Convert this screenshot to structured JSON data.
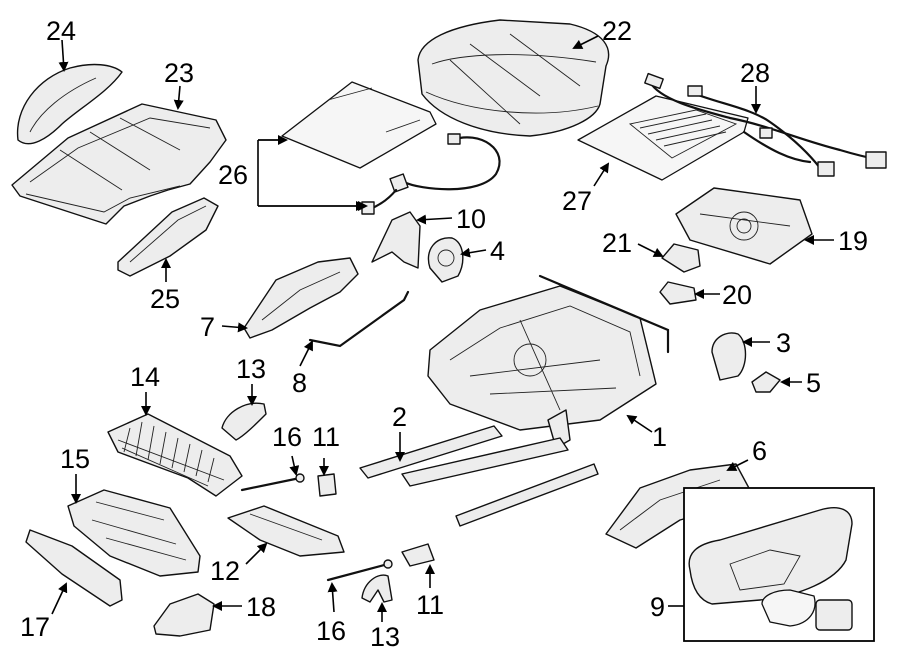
{
  "callouts": {
    "c1": "1",
    "c2": "2",
    "c3": "3",
    "c4": "4",
    "c5": "5",
    "c6": "6",
    "c7": "7",
    "c8": "8",
    "c9": "9",
    "c10": "10",
    "c11a": "11",
    "c11b": "11",
    "c12": "12",
    "c13a": "13",
    "c13b": "13",
    "c14": "14",
    "c15": "15",
    "c16a": "16",
    "c16b": "16",
    "c17": "17",
    "c18": "18",
    "c19": "19",
    "c20": "20",
    "c21": "21",
    "c22": "22",
    "c23": "23",
    "c24": "24",
    "c25": "25",
    "c26": "26",
    "c27": "27",
    "c28": "28"
  }
}
